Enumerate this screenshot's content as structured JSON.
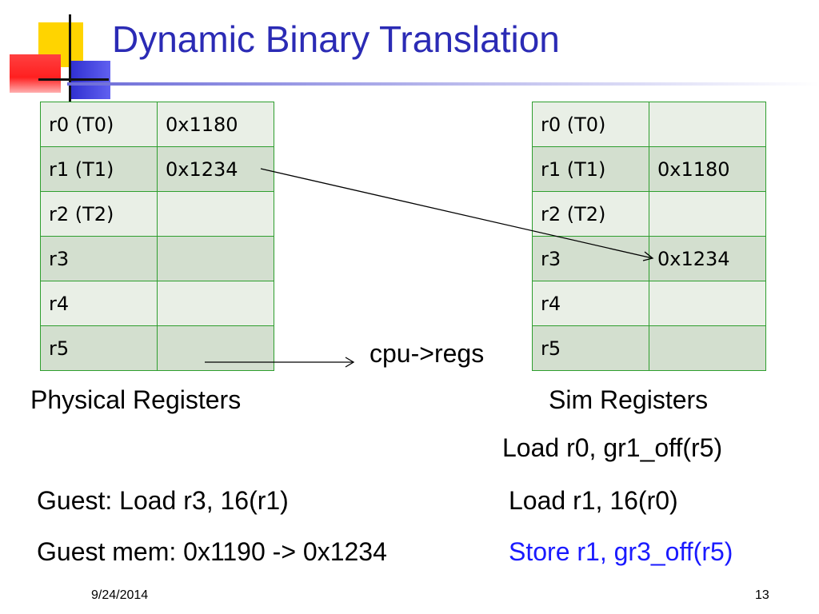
{
  "slide": {
    "title": "Dynamic Binary Translation",
    "date": "9/24/2014",
    "page_number": "13",
    "title_color": "#2b2bb5",
    "accent_store_color": "#1a1aff"
  },
  "physical_registers": {
    "label": "Physical Registers",
    "rows": [
      {
        "name": "r0 (T0)",
        "value": "0x1180"
      },
      {
        "name": "r1 (T1)",
        "value": "0x1234"
      },
      {
        "name": "r2 (T2)",
        "value": ""
      },
      {
        "name": "r3",
        "value": ""
      },
      {
        "name": "r4",
        "value": ""
      },
      {
        "name": "r5",
        "value": ""
      }
    ]
  },
  "sim_registers": {
    "label": "Sim Registers",
    "rows": [
      {
        "name": "r0 (T0)",
        "value": ""
      },
      {
        "name": "r1 (T1)",
        "value": "0x1180"
      },
      {
        "name": "r2 (T2)",
        "value": ""
      },
      {
        "name": "r3",
        "value": "0x1234"
      },
      {
        "name": "r4",
        "value": ""
      },
      {
        "name": "r5",
        "value": ""
      }
    ]
  },
  "annotations": {
    "cpu_regs": "cpu->regs"
  },
  "guest": {
    "load": "Guest: Load r3, 16(r1)",
    "mem": "Guest mem: 0x1190 -> 0x1234"
  },
  "translated": [
    "Load r0, gr1_off(r5)",
    "Load r1, 16(r0)",
    "Store r1, gr3_off(r5)"
  ]
}
